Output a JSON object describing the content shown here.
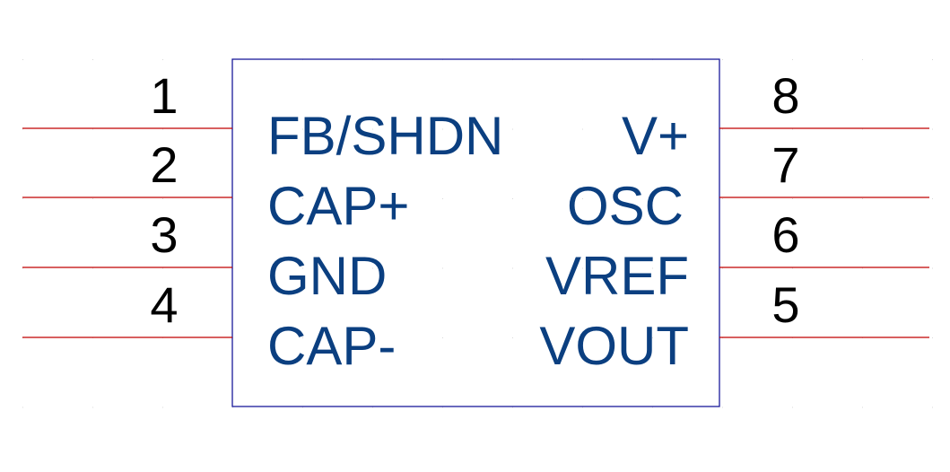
{
  "colors": {
    "background": "#ffffff",
    "body_outline": "#1a1a9a",
    "pin_line": "#c00000",
    "pin_name": "#0b3f80",
    "pin_number": "#000000",
    "grid_dot": "#d8d8d8"
  },
  "component": {
    "left_pins": [
      {
        "number": "1",
        "name": "FB/SHDN"
      },
      {
        "number": "2",
        "name": "CAP+"
      },
      {
        "number": "3",
        "name": "GND"
      },
      {
        "number": "4",
        "name": "CAP-"
      }
    ],
    "right_pins": [
      {
        "number": "8",
        "name": "V+"
      },
      {
        "number": "7",
        "name": "OSC"
      },
      {
        "number": "6",
        "name": "VREF"
      },
      {
        "number": "5",
        "name": "VOUT"
      }
    ]
  }
}
